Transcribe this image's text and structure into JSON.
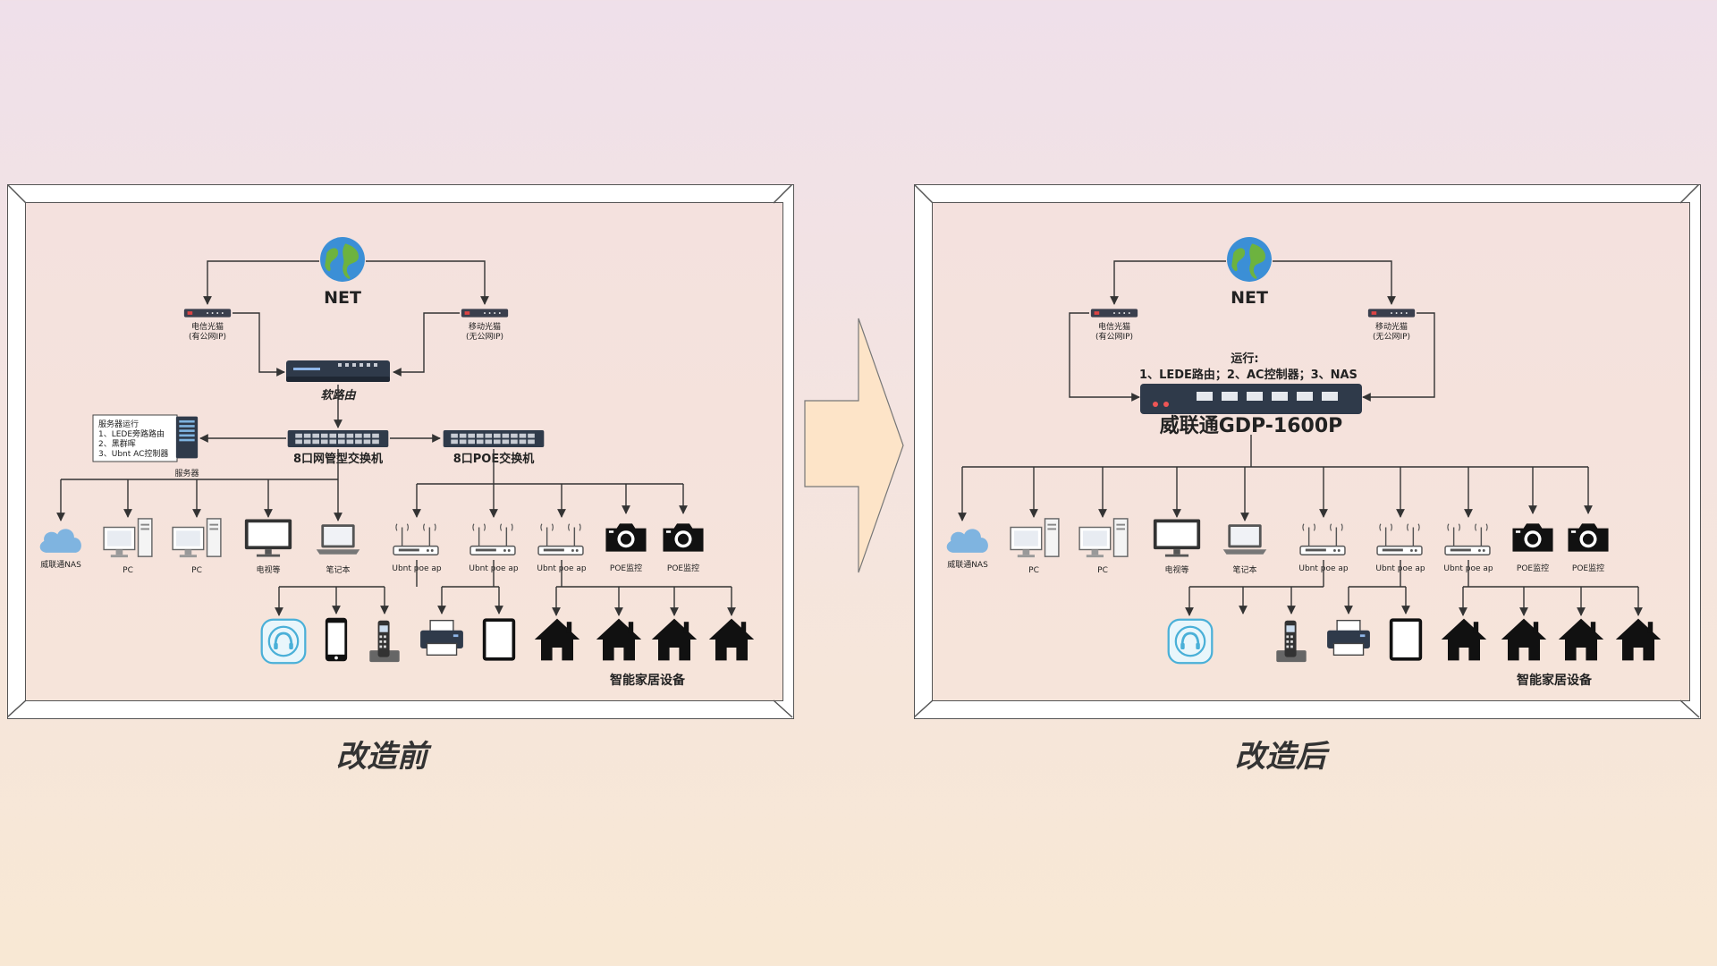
{
  "before": {
    "caption": "改造前",
    "net_label": "NET",
    "modem_telecom": [
      "电信光猫",
      "(有公网IP)"
    ],
    "modem_mobile": [
      "移动光猫",
      "(无公网IP)"
    ],
    "router_label": "软路由",
    "server_note": [
      "服务器运行",
      "1、LEDE旁路路由",
      "2、黑群晖",
      "3、Ubnt AC控制器"
    ],
    "server_label": "服务器",
    "switch_managed": "8口网管型交换机",
    "switch_poe": "8口POE交换机",
    "devices": [
      "威联通NAS",
      "PC",
      "PC",
      "电视等",
      "笔记本",
      "Ubnt poe ap",
      "Ubnt poe ap",
      "Ubnt poe ap",
      "POE监控",
      "POE监控"
    ],
    "smart_home": "智能家居设备"
  },
  "after": {
    "caption": "改造后",
    "net_label": "NET",
    "modem_telecom": [
      "电信光猫",
      "(有公网IP)"
    ],
    "modem_mobile": [
      "移动光猫",
      "(无公网IP)"
    ],
    "run_note": [
      "运行:",
      "1、LEDE路由；2、AC控制器；3、NAS"
    ],
    "device_name": "威联通GDP-1600P",
    "devices": [
      "威联通NAS",
      "PC",
      "PC",
      "电视等",
      "笔记本",
      "Ubnt poe ap",
      "Ubnt poe ap",
      "Ubnt poe ap",
      "POE监控",
      "POE监控"
    ],
    "smart_home": "智能家居设备"
  },
  "colors": {
    "line": "#333333",
    "arrow_fill": "#fde4c8",
    "device_dark": "#2f3a4a",
    "headset_blue": "#4ab0d8",
    "cloud_blue": "#7fb4e0"
  },
  "icons": [
    "globe-icon",
    "modem-icon",
    "router-icon",
    "switch-icon",
    "server-icon",
    "cloud-icon",
    "pc-icon",
    "monitor-icon",
    "laptop-icon",
    "ap-icon",
    "camera-icon",
    "headset-icon",
    "phone-icon",
    "cordless-phone-icon",
    "printer-icon",
    "tablet-icon",
    "house-icon"
  ]
}
